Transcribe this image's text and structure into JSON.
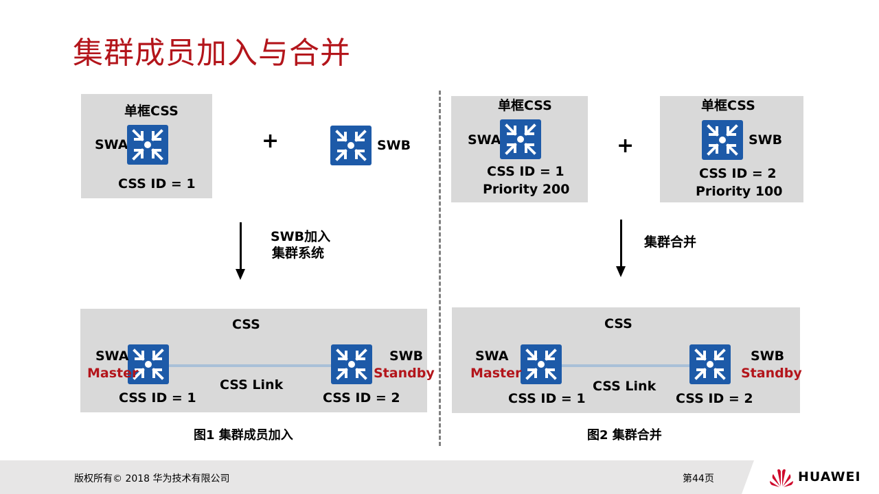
{
  "page": {
    "title": "集群成员加入与合并"
  },
  "fig1": {
    "top_box": {
      "label": "单框CSS",
      "node": "SWA",
      "id": "CSS ID = 1"
    },
    "plus": "+",
    "new_node": "SWB",
    "step": {
      "line1": "SWB加入",
      "line2": "集群系统"
    },
    "result": {
      "label": "CSS",
      "left": {
        "name": "SWA",
        "role": "Master",
        "id": "CSS ID = 1"
      },
      "right": {
        "name": "SWB",
        "role": "Standby",
        "id": "CSS ID = 2"
      },
      "link": "CSS Link"
    },
    "caption": "图1 集群成员加入"
  },
  "fig2": {
    "left_box": {
      "label": "单框CSS",
      "node": "SWA",
      "id": "CSS ID = 1",
      "priority": "Priority 200"
    },
    "plus": "+",
    "right_box": {
      "label": "单框CSS",
      "node": "SWB",
      "id": "CSS ID = 2",
      "priority": "Priority 100"
    },
    "step": "集群合并",
    "result": {
      "label": "CSS",
      "left": {
        "name": "SWA",
        "role": "Master",
        "id": "CSS ID = 1"
      },
      "right": {
        "name": "SWB",
        "role": "Standby",
        "id": "CSS ID = 2"
      },
      "link": "CSS Link"
    },
    "caption": "图2 集群合并"
  },
  "footer": {
    "copyright": "版权所有© 2018 华为技术有限公司",
    "page_number": "第44页",
    "brand": "HUAWEI"
  },
  "colors": {
    "title": "#b3151b",
    "switch_icon": "#1d5aa8",
    "role": "#b3151b",
    "box": "#d9d9d9"
  },
  "icons": {
    "switch": "switch-icon",
    "logo": "huawei-logo-icon"
  }
}
